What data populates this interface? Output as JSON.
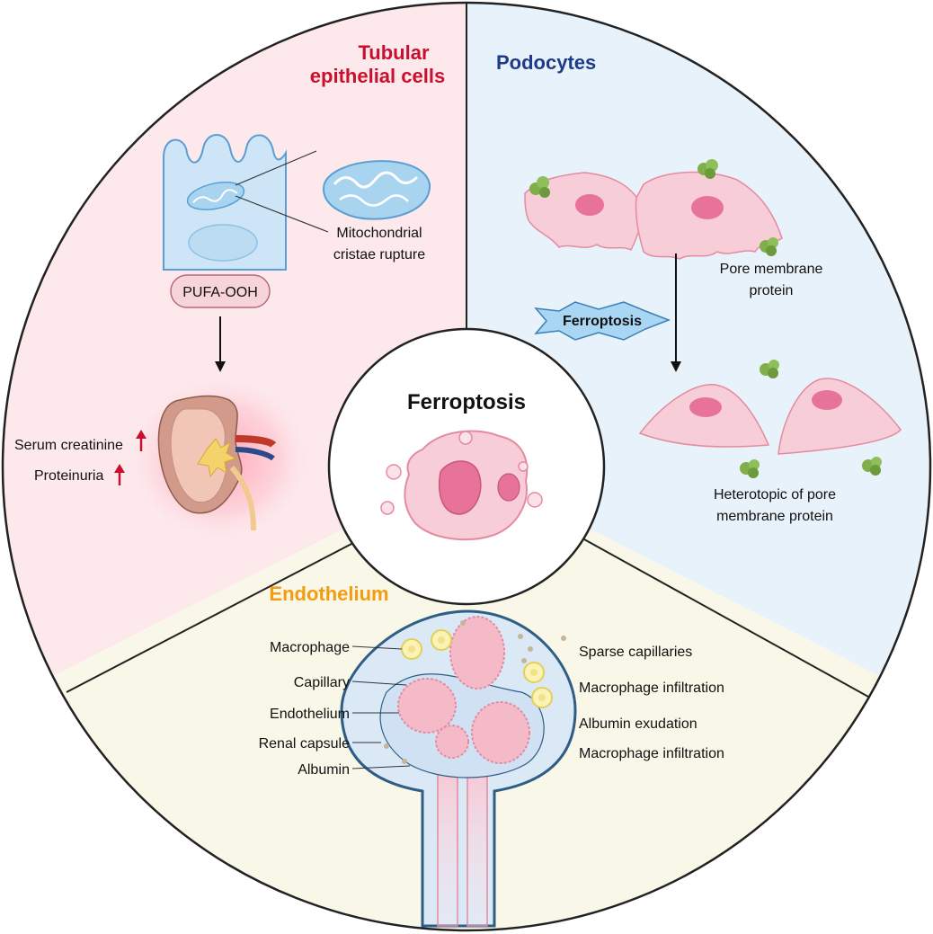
{
  "center": {
    "title": "Ferroptosis"
  },
  "tubular": {
    "title_line1": "Tubular",
    "title_line2": "epithelial cells",
    "mito_line1": "Mitochondrial",
    "mito_line2": "cristae rupture",
    "pufa": "PUFA-OOH",
    "serum": "Serum creatinine",
    "proteinuria": "Proteinuria"
  },
  "podocytes": {
    "title": "Podocytes",
    "badge": "Ferroptosis",
    "pore_line1": "Pore membrane",
    "pore_line2": "protein",
    "hetero_line1": "Heterotopic of pore",
    "hetero_line2": "membrane protein"
  },
  "endothelium": {
    "title": "Endothelium",
    "left_labels": [
      "Macrophage",
      "Capillary",
      "Endothelium",
      "Renal capsule",
      "Albumin"
    ],
    "right_labels": [
      "Sparse capillaries",
      "Macrophage infiltration",
      "Albumin exudation",
      "Macrophage infiltration"
    ]
  },
  "colors": {
    "tubular_bg": "#fde9ec",
    "podocyte_bg": "#e8f2fb",
    "endo_bg": "#f9f8e8",
    "tubular_title": "#c8102e",
    "podocyte_title": "#1f3a8a",
    "endo_title": "#f39c12"
  }
}
